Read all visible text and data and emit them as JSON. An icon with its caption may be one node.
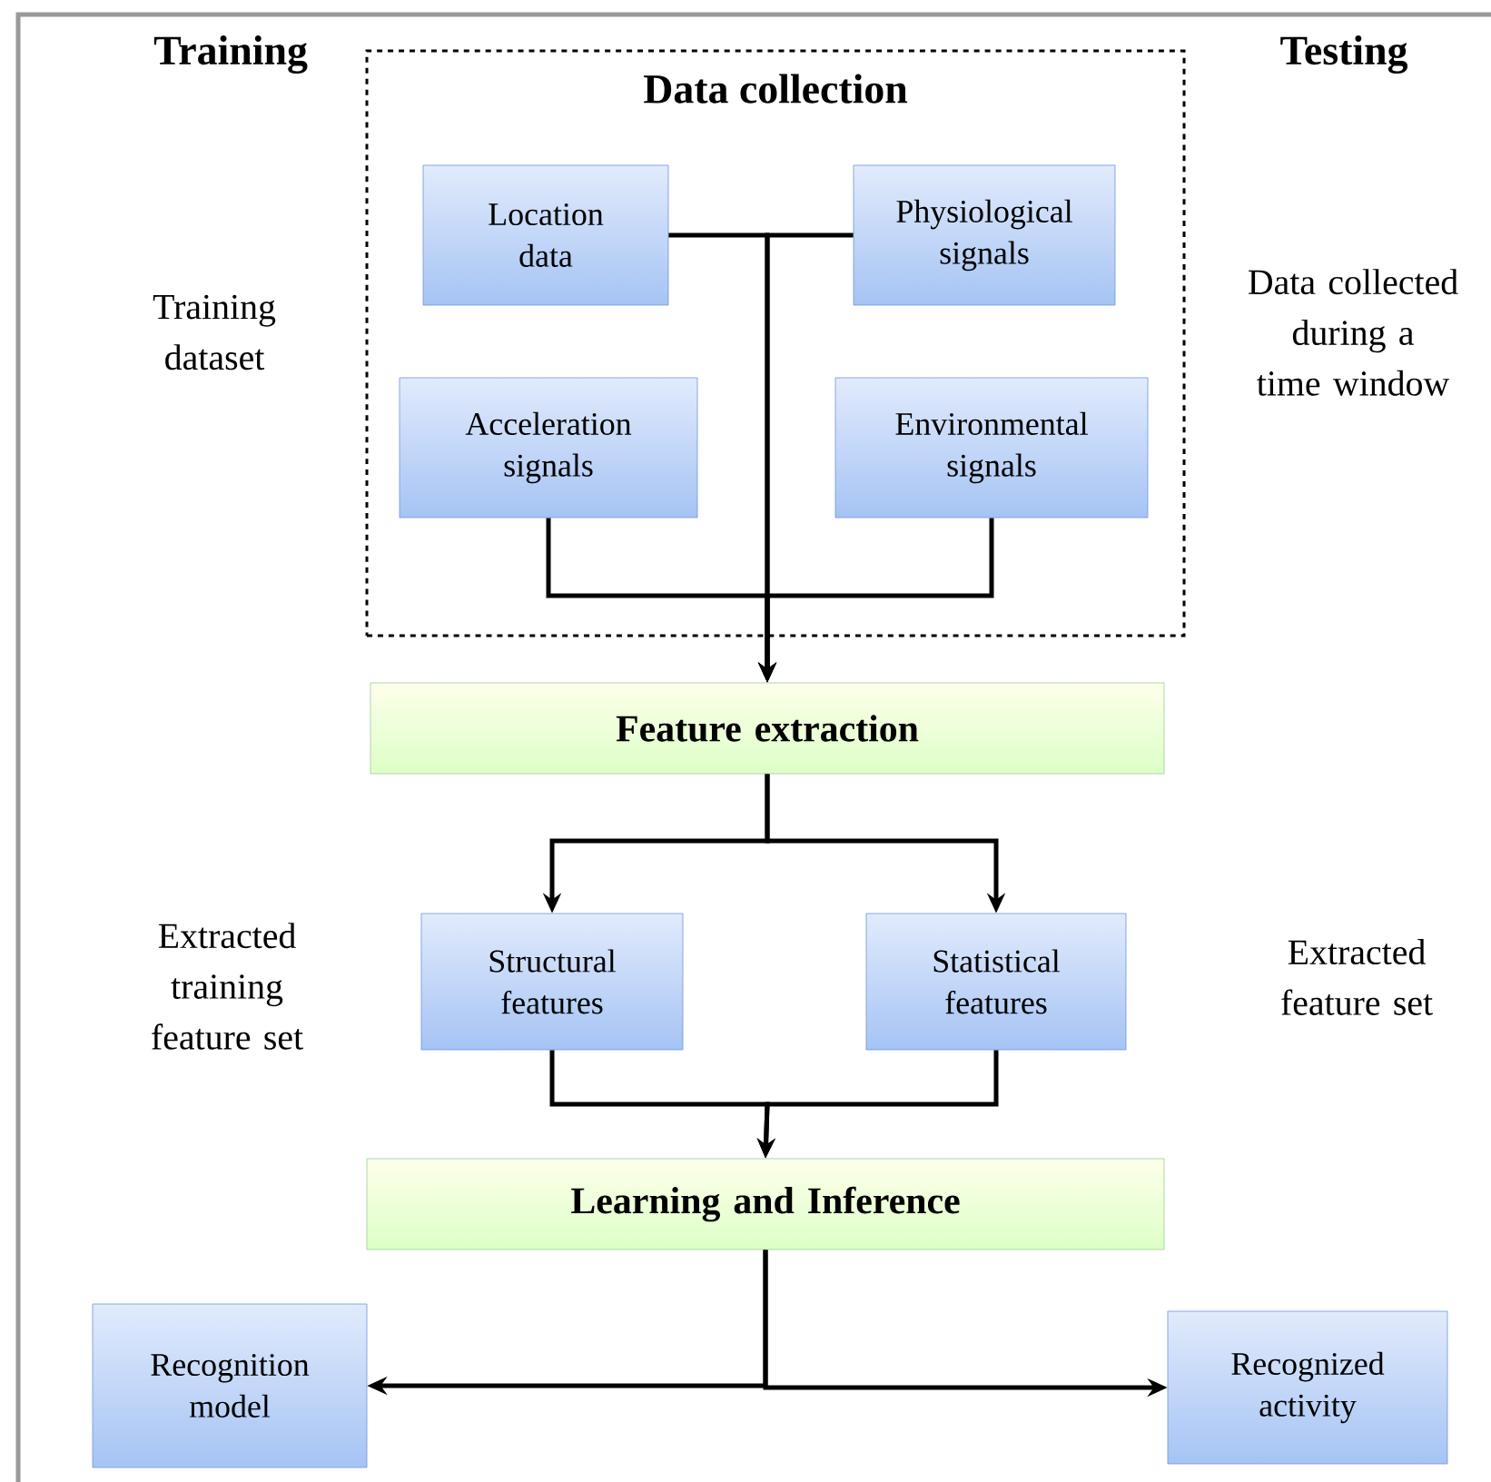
{
  "diagram": {
    "nodes": [
      {
        "text": [
          "Data collection"
        ]
      },
      {
        "text": [
          "Location data"
        ],
        "in": 0
      },
      {
        "text": [
          "Physiological signals"
        ],
        "in": 0
      },
      {
        "text": [
          "Acceleration signals"
        ],
        "in": 0
      },
      {
        "text": [
          "Environmental signals"
        ],
        "in": 0
      },
      {
        "text": [
          "Feature extraction"
        ]
      },
      {
        "text": [
          "Structural features"
        ]
      },
      {
        "text": [
          "Statistical features"
        ]
      },
      {
        "text": [
          "Learning and Inference"
        ]
      },
      {
        "text": [
          "Recognition model"
        ]
      },
      {
        "text": [
          "Recognized activity"
        ]
      }
    ],
    "edges": [
      {
        "from": 1,
        "to": 5,
        "arrow": "to"
      },
      {
        "from": 2,
        "to": 5,
        "arrow": "to"
      },
      {
        "from": 3,
        "to": 5,
        "arrow": "to"
      },
      {
        "from": 4,
        "to": 5,
        "arrow": "to"
      },
      {
        "from": 5,
        "to": 6,
        "arrow": "to"
      },
      {
        "from": 5,
        "to": 7,
        "arrow": "to"
      },
      {
        "from": 6,
        "to": 8,
        "arrow": "to"
      },
      {
        "from": 7,
        "to": 8,
        "arrow": "to"
      },
      {
        "from": 8,
        "to": 9,
        "arrow": "to"
      },
      {
        "from": 8,
        "to": 10,
        "arrow": "to"
      }
    ],
    "labels": [
      "Training",
      "Testing",
      "Training dataset",
      "Data collected during a time window",
      "Extracted training feature set",
      "Extracted feature set"
    ]
  }
}
